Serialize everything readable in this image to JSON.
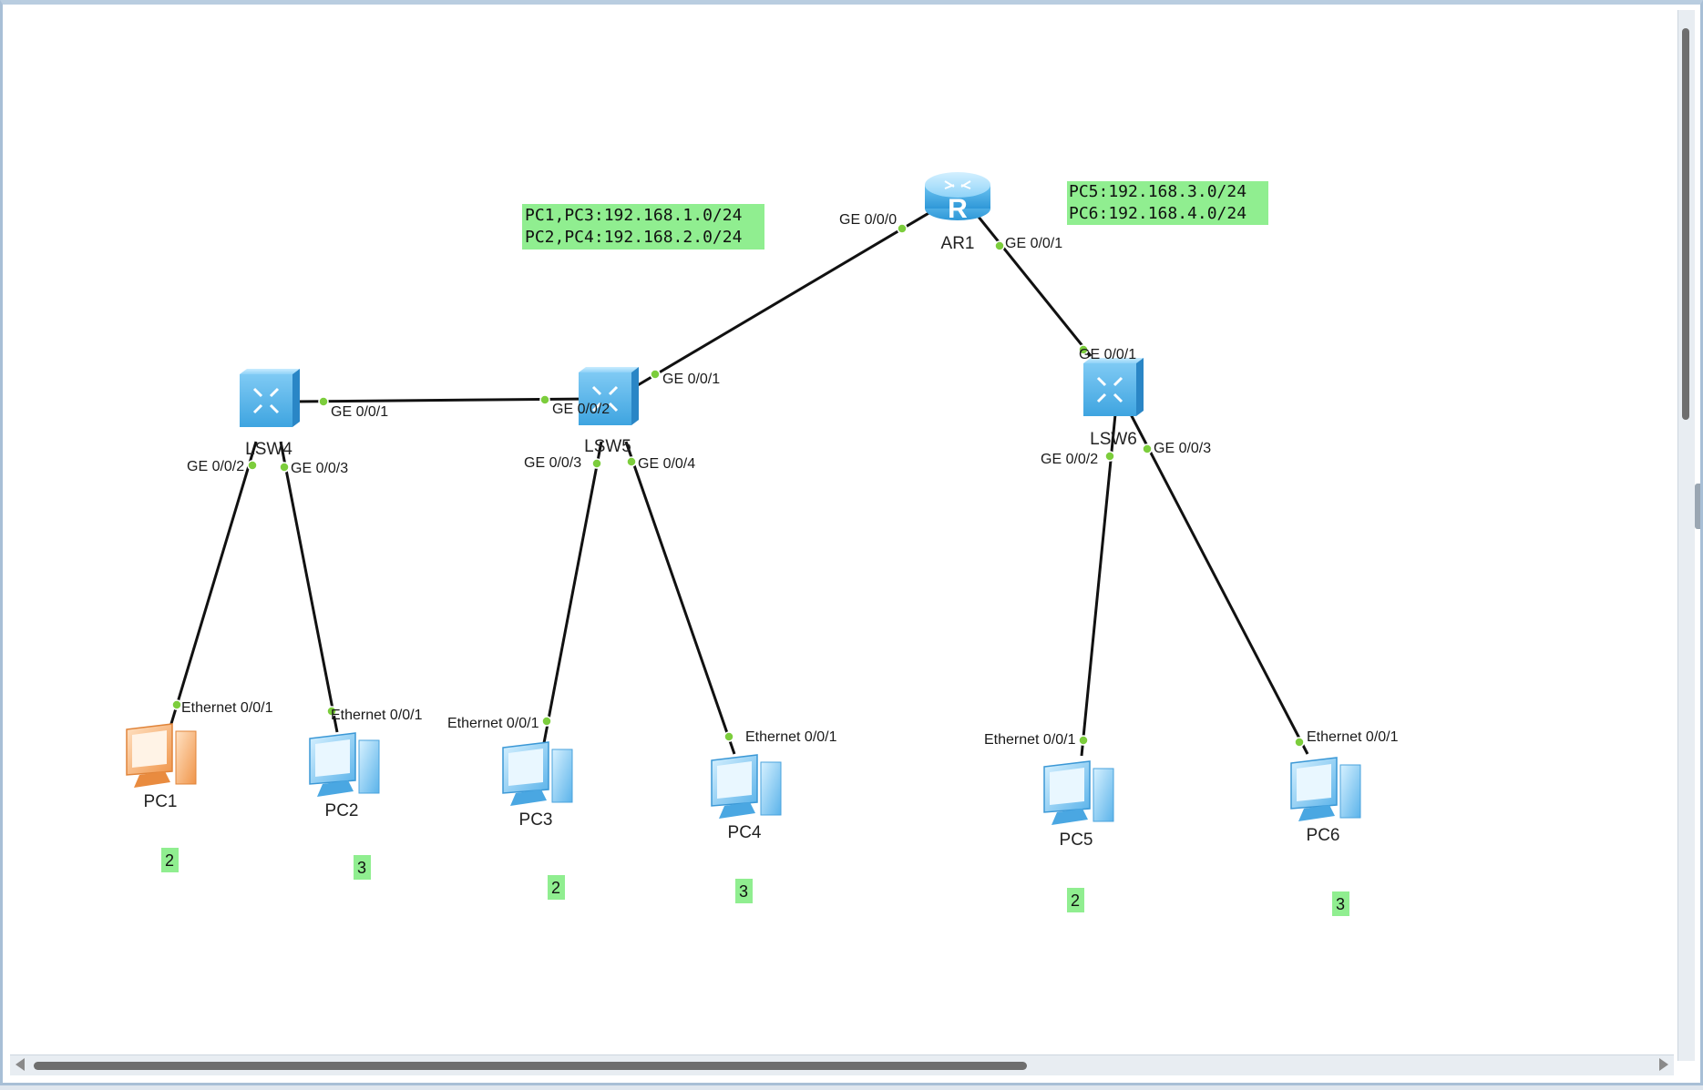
{
  "colors": {
    "link": "#111111",
    "port_dot": "#7ccd3c",
    "note_bg": "#90ee90",
    "switch_body": "#5fb6e8",
    "pc_blue": "#6ec0ee",
    "pc_selected": "#f2a45c"
  },
  "devices": {
    "ar1": {
      "label": "AR1",
      "icon": "router-icon"
    },
    "lsw4": {
      "label": "LSW4",
      "icon": "switch-icon"
    },
    "lsw5": {
      "label": "LSW5",
      "icon": "switch-icon"
    },
    "lsw6": {
      "label": "LSW6",
      "icon": "switch-icon"
    },
    "pc1": {
      "label": "PC1",
      "icon": "pc-icon",
      "selected": true
    },
    "pc2": {
      "label": "PC2",
      "icon": "pc-icon"
    },
    "pc3": {
      "label": "PC3",
      "icon": "pc-icon"
    },
    "pc4": {
      "label": "PC4",
      "icon": "pc-icon"
    },
    "pc5": {
      "label": "PC5",
      "icon": "pc-icon"
    },
    "pc6": {
      "label": "PC6",
      "icon": "pc-icon"
    }
  },
  "ports": {
    "ar1_ge000": "GE 0/0/0",
    "ar1_ge001": "GE 0/0/1",
    "lsw4_ge001": "GE 0/0/1",
    "lsw4_ge002": "GE 0/0/2",
    "lsw4_ge003": "GE 0/0/3",
    "lsw5_ge001": "GE 0/0/1",
    "lsw5_ge002": "GE 0/0/2",
    "lsw5_ge003": "GE 0/0/3",
    "lsw5_ge004": "GE 0/0/4",
    "lsw6_ge001": "GE 0/0/1",
    "lsw6_ge002": "GE 0/0/2",
    "lsw6_ge003": "GE 0/0/3",
    "pc1_eth": "Ethernet 0/0/1",
    "pc2_eth": "Ethernet 0/0/1",
    "pc3_eth": "Ethernet 0/0/1",
    "pc4_eth": "Ethernet 0/0/1",
    "pc5_eth": "Ethernet 0/0/1",
    "pc6_eth": "Ethernet 0/0/1"
  },
  "notes": {
    "left": [
      "PC1,PC3:192.168.1.0/24",
      "PC2,PC4:192.168.2.0/24"
    ],
    "right": [
      "PC5:192.168.3.0/24",
      "PC6:192.168.4.0/24"
    ]
  },
  "vlan_tags": {
    "pc1": "2",
    "pc2": "3",
    "pc3": "2",
    "pc4": "3",
    "pc5": "2",
    "pc6": "3"
  }
}
